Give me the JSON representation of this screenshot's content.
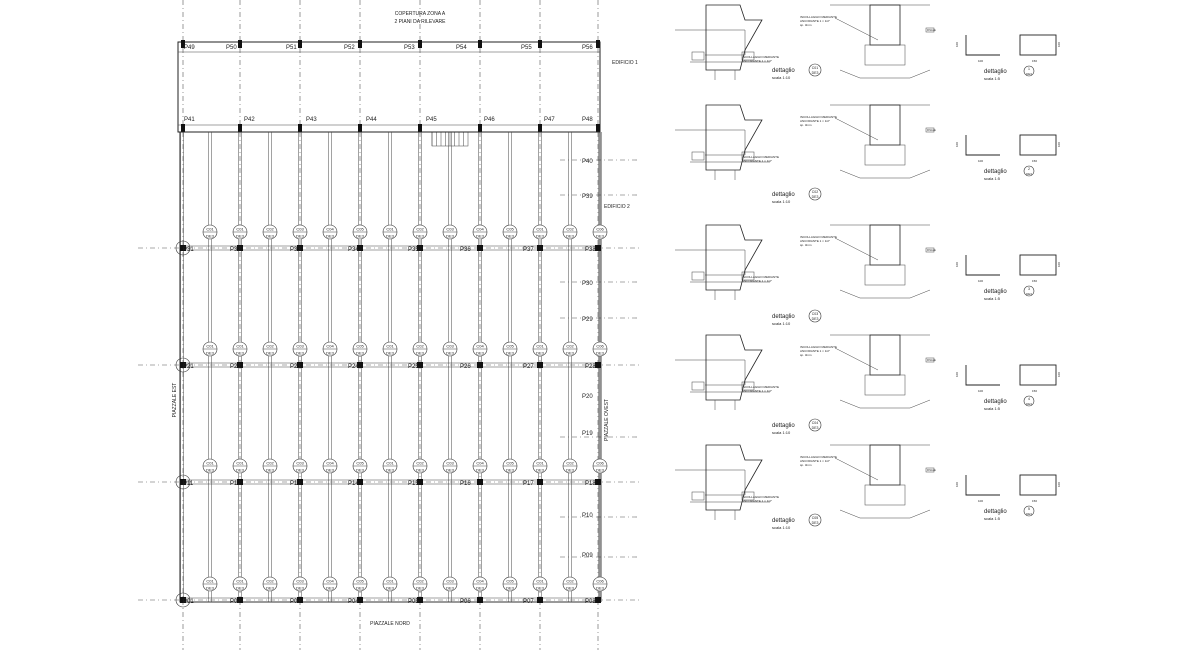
{
  "plan": {
    "cover_note_line1": "COPERTURA ZONA A",
    "cover_note_line2": "2 PIANI DA RILEVARE",
    "building_1": "EDIFICIO 1",
    "building_2": "EDIFICIO 2",
    "yard_east": "PIAZZALE EST",
    "yard_west": "PIAZZALE OVEST",
    "yard_north": "PIAZZALE NORD",
    "top_labels": [
      "P49",
      "P50",
      "P51",
      "P52",
      "P53",
      "P54",
      "P55",
      "P56"
    ],
    "mid_labels": [
      "P41",
      "P42",
      "P43",
      "P44",
      "P45",
      "P46",
      "P47",
      "P48"
    ],
    "right_labels": [
      "P40",
      "P39",
      "P38",
      "P30",
      "P29",
      "P28",
      "P20",
      "P19",
      "P18",
      "P10",
      "P09",
      "P08"
    ],
    "row1_labels": [
      "P31",
      "P32",
      "P33",
      "P34",
      "P35",
      "P36",
      "P37"
    ],
    "row2_labels": [
      "P21",
      "P22",
      "P23",
      "P24",
      "P25",
      "P26",
      "P27"
    ],
    "row3_labels": [
      "P11",
      "P12",
      "P13",
      "P14",
      "P15",
      "P16",
      "P17"
    ],
    "row4_labels": [
      "P01",
      "P02",
      "P03",
      "P04",
      "P05",
      "P06",
      "P07"
    ],
    "bubble_codes": [
      "C01",
      "C02",
      "C03",
      "C04",
      "C05",
      "C06"
    ],
    "bubble_sheet": "DE3"
  },
  "details": {
    "row_labels": [
      {
        "title": "dettaglio",
        "num": "C01",
        "sheet": "DE3",
        "scale": "scala 1:10"
      },
      {
        "title": "dettaglio",
        "num": "C02",
        "sheet": "DE3",
        "scale": "scala 1:10"
      },
      {
        "title": "dettaglio",
        "num": "C03",
        "sheet": "DE3",
        "scale": "scala 1:10"
      },
      {
        "title": "dettaglio",
        "num": "C04",
        "sheet": "DE3",
        "scale": "scala 1:10"
      },
      {
        "title": "dettaglio",
        "num": "C05",
        "sheet": "DE3",
        "scale": "scala 1:10"
      }
    ],
    "small_labels": [
      {
        "title": "dettaglio",
        "num": "1",
        "sheet": "DE3",
        "scale": "scala 1:5"
      },
      {
        "title": "dettaglio",
        "num": "2",
        "sheet": "DE3",
        "scale": "scala 1:5"
      },
      {
        "title": "dettaglio",
        "num": "3",
        "sheet": "DE3",
        "scale": "scala 1:5"
      },
      {
        "title": "dettaglio",
        "num": "4",
        "sheet": "DE3",
        "scale": "scala 1:5"
      },
      {
        "title": "dettaglio",
        "num": "5",
        "sheet": "DE3",
        "scale": "scala 1:5"
      }
    ],
    "note_line1": "INCOLLAGGIO MEDIANTE",
    "note_line2": "ANCORANTE 1 × 1/2\"",
    "note_line3": "sp. 3mm",
    "tag_label": "FINALE",
    "dim_small": "100",
    "dim_large": "150"
  }
}
